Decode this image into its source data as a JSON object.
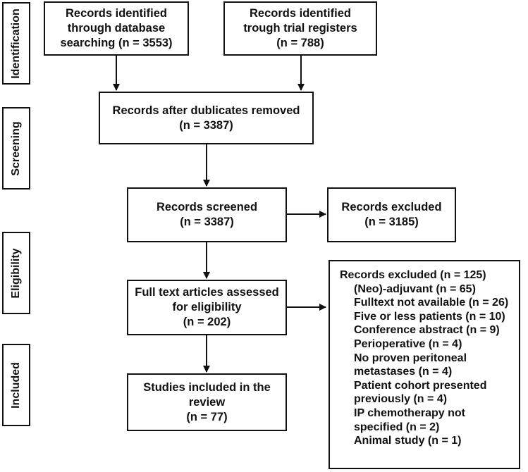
{
  "phases": {
    "identification": "Identification",
    "screening": "Screening",
    "eligibility": "Eligibility",
    "included": "Included"
  },
  "boxes": {
    "database": {
      "line1": "Records identified",
      "line2": "through database",
      "line3": "searching (n = 3553)"
    },
    "registers": {
      "line1": "Records identified",
      "line2": "trough trial registers",
      "line3": "(n = 788)"
    },
    "duplicates": {
      "line1": "Records after dublicates removed",
      "line2": "(n = 3387)"
    },
    "screened": {
      "line1": "Records screened",
      "line2": "(n = 3387)"
    },
    "excluded": {
      "line1": "Records excluded",
      "line2": "(n = 3185)"
    },
    "fulltext": {
      "line1": "Full text articles assessed",
      "line2": "for eligibility",
      "line3": "(n = 202)"
    },
    "included": {
      "line1": "Studies included in the",
      "line2": "review",
      "line3": "(n = 77)"
    }
  },
  "exclusions": {
    "heading": "Records excluded (n = 125)",
    "items": [
      "(Neo)-adjuvant (n = 65)",
      "Fulltext not available (n = 26)",
      "Five or less patients (n = 10)",
      "Conference abstract (n = 9)",
      "Perioperative (n = 4)",
      "No proven peritoneal",
      "metastases (n = 4)",
      "Patient cohort presented",
      "previously  (n = 4)",
      "IP chemotherapy not",
      "specified (n = 2)",
      "Animal study (n = 1)"
    ]
  }
}
